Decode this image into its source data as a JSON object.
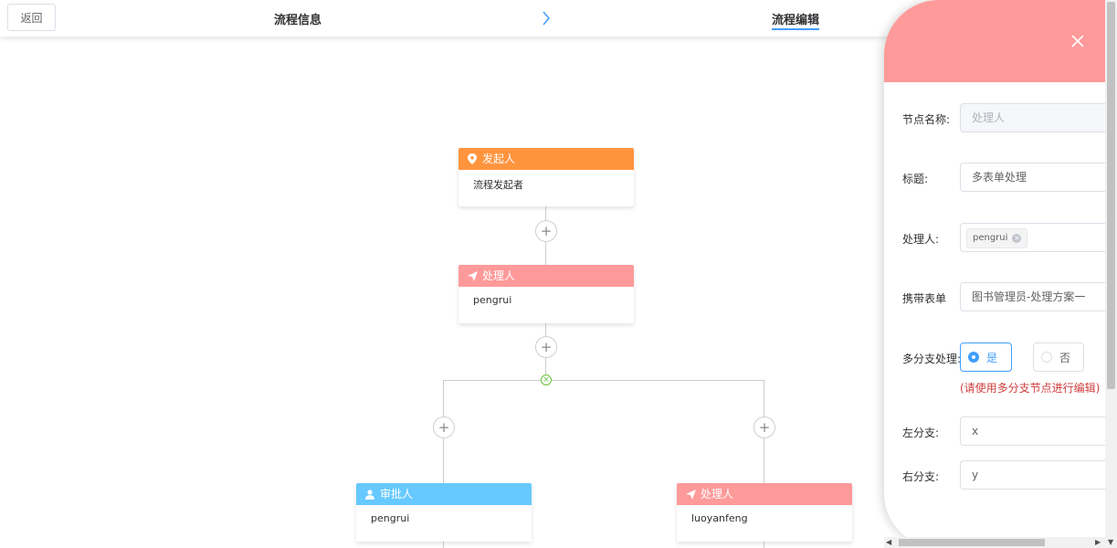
{
  "header": {
    "back_label": "返回",
    "steps": [
      "流程信息",
      "流程编辑"
    ],
    "active_step": "流程编辑"
  },
  "flow": {
    "nodes": [
      {
        "type": "发起人",
        "content": "流程发起者",
        "color": "#ff943e",
        "icon": "location-pin-icon"
      },
      {
        "type": "处理人",
        "content": "pengrui",
        "color": "#ff9a9a",
        "icon": "send-icon"
      },
      {
        "type": "审批人",
        "content": "pengrui",
        "color": "#67c9ff",
        "icon": "user-icon"
      },
      {
        "type": "处理人",
        "content": "luoyanfeng",
        "color": "#ff9a9a",
        "icon": "send-icon"
      }
    ],
    "add_symbol": "+"
  },
  "drawer": {
    "header_color": "#ff9a9a",
    "fields": {
      "node_name": {
        "label": "节点名称:",
        "placeholder": "处理人"
      },
      "title": {
        "label": "标题:",
        "value": "多表单处理"
      },
      "handler": {
        "label": "处理人:",
        "tags": [
          "pengrui"
        ]
      },
      "form": {
        "label": "携带表单",
        "value": "图书管理员-处理方案一"
      },
      "multi_branch": {
        "label": "多分支处理:",
        "options": [
          "是",
          "否"
        ],
        "selected": "是",
        "hint": "(请使用多分支节点进行编辑)"
      },
      "left_branch": {
        "label": "左分支:",
        "value": "x"
      },
      "right_branch": {
        "label": "右分支:",
        "value": "y"
      }
    }
  }
}
